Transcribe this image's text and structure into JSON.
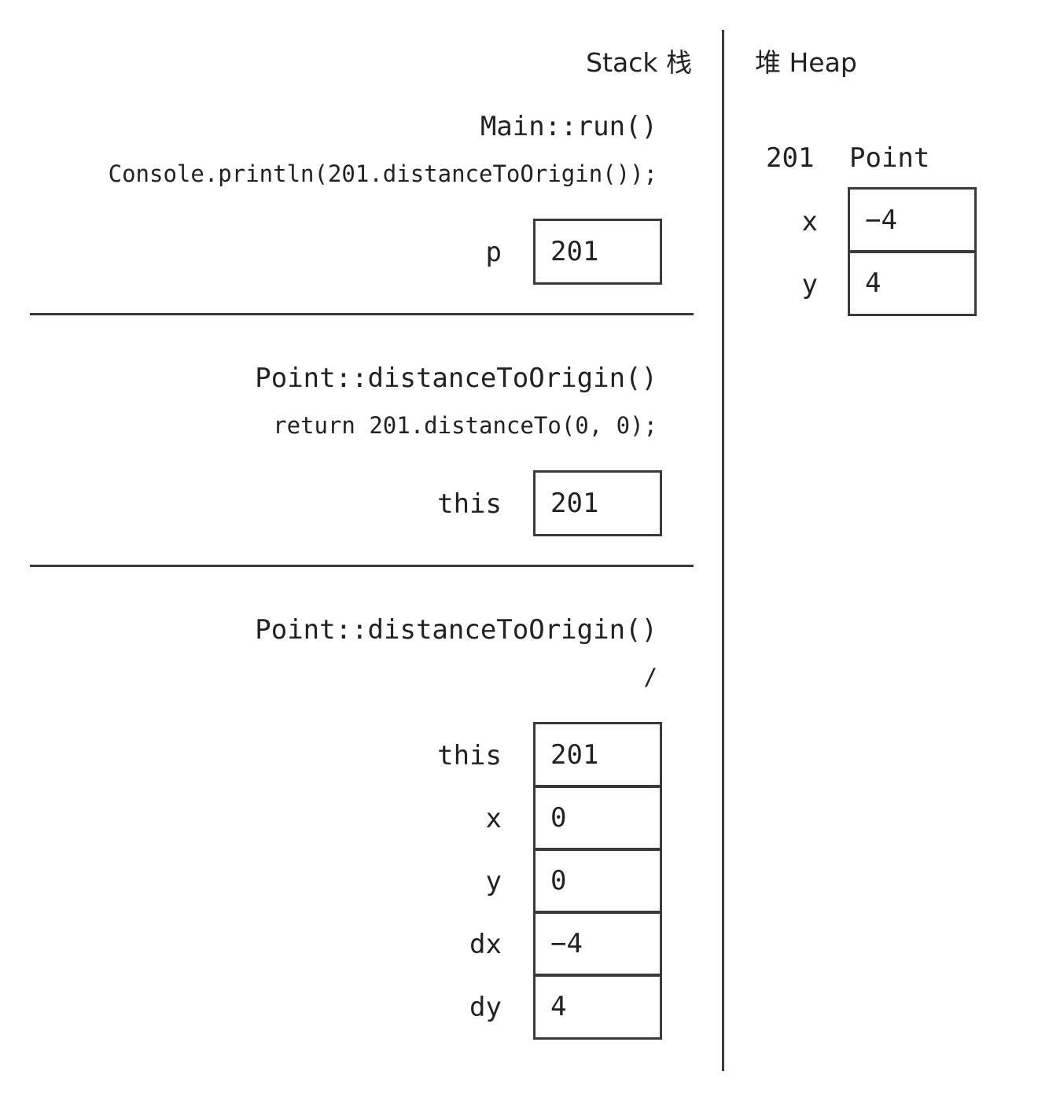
{
  "headers": {
    "stack": "Stack 栈",
    "heap": "堆 Heap"
  },
  "frames": [
    {
      "signature": "Main::run()",
      "code": "Console.println(201.distanceToOrigin());",
      "vars": [
        {
          "name": "p",
          "value": "201"
        }
      ]
    },
    {
      "signature": "Point::distanceToOrigin()",
      "code": "return 201.distanceTo(0, 0);",
      "vars": [
        {
          "name": "this",
          "value": "201"
        }
      ]
    },
    {
      "signature": "Point::distanceToOrigin()",
      "code": "/",
      "vars": [
        {
          "name": "this",
          "value": "201"
        },
        {
          "name": "x",
          "value": "0"
        },
        {
          "name": "y",
          "value": "0"
        },
        {
          "name": "dx",
          "value": "−4"
        },
        {
          "name": "dy",
          "value": "4"
        }
      ]
    }
  ],
  "heap": {
    "objects": [
      {
        "address": "201",
        "type": "Point",
        "fields": [
          {
            "name": "x",
            "value": "−4"
          },
          {
            "name": "y",
            "value": "4"
          }
        ]
      }
    ]
  }
}
